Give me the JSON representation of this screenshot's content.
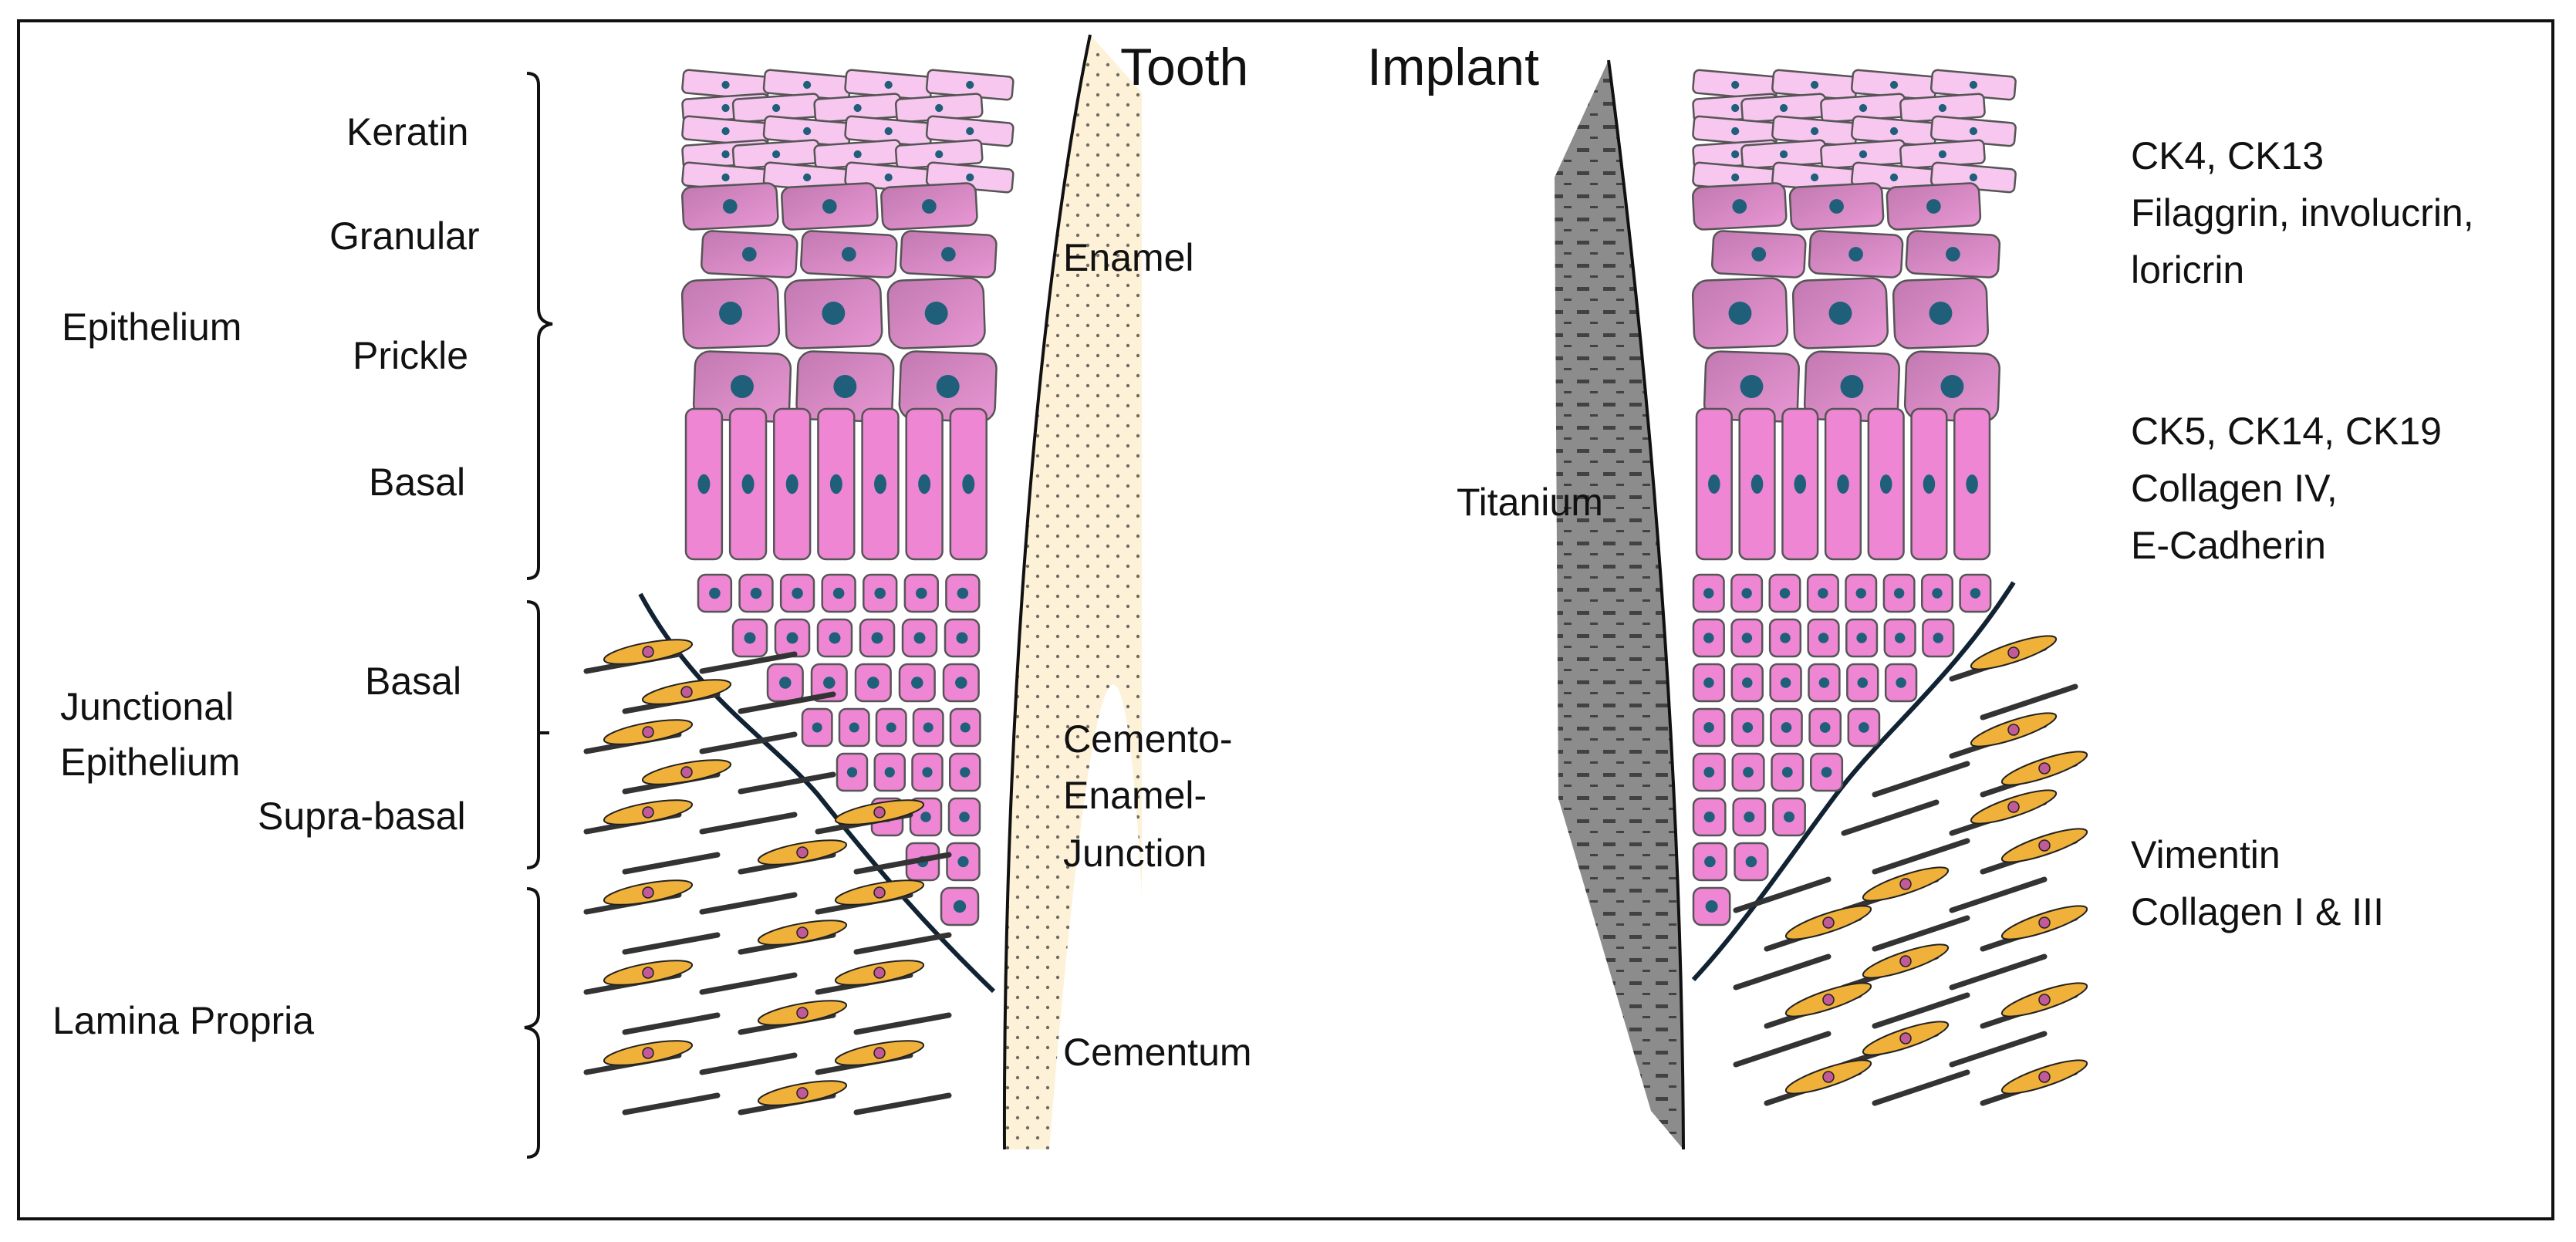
{
  "headings": {
    "tooth": "Tooth",
    "implant": "Implant"
  },
  "layers": {
    "keratin": "Keratin",
    "granular": "Granular",
    "prickle": "Prickle",
    "basal": "Basal"
  },
  "regions": {
    "epithelium": "Epithelium",
    "junctional_epithelium": [
      "Junctional",
      "Epithelium"
    ],
    "je_basal": "Basal",
    "je_suprabasal": "Supra-basal",
    "lamina_propria": "Lamina Propria"
  },
  "tooth_parts": {
    "enamel": "Enamel",
    "cej": [
      "Cemento-",
      "Enamel-",
      "Junction"
    ],
    "cementum": "Cementum"
  },
  "implant_parts": {
    "titanium": "Titanium"
  },
  "markers": {
    "upper": [
      "CK4, CK13",
      "Filaggrin, involucrin,",
      "loricrin"
    ],
    "middle": [
      "CK5, CK14, CK19",
      "Collagen IV,",
      "E-Cadherin"
    ],
    "lower": [
      "Vimentin",
      "Collagen I & III"
    ]
  },
  "colors": {
    "cell_pink": "#ee86d4",
    "cell_light": "#f7c7ef",
    "cell_mauve": "#c97ab6",
    "nucleus": "#1f5f7a",
    "junction_green": "#2bb34a",
    "enamel": "#fdf1d8",
    "titanium": "#8c8c8c",
    "fibroblast": "#f0b13a",
    "fiber": "#333333"
  }
}
